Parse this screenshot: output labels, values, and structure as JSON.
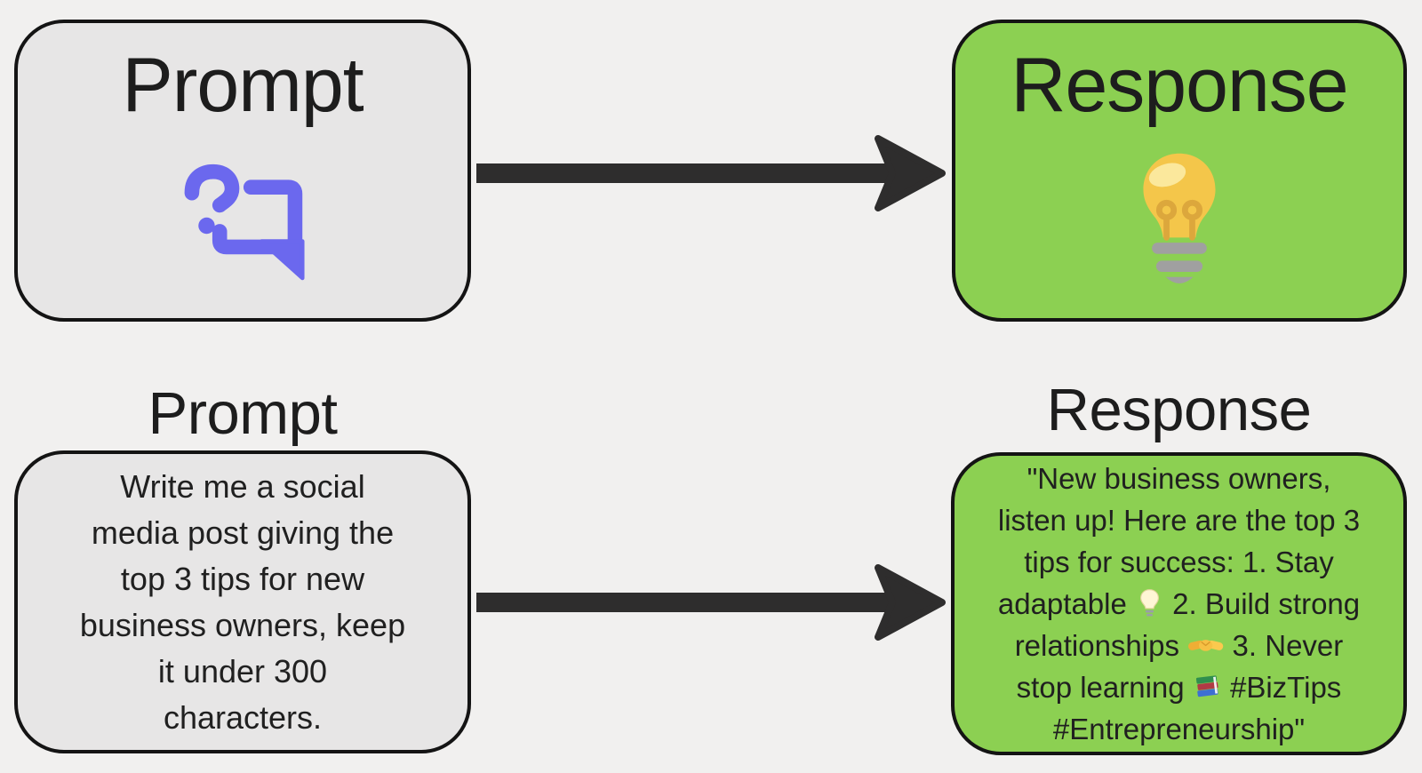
{
  "top_row": {
    "prompt_card": {
      "title": "Prompt",
      "icon": "question-chat-icon"
    },
    "response_card": {
      "title": "Response",
      "icon": "lightbulb-icon"
    }
  },
  "bottom_row": {
    "prompt_heading": "Prompt",
    "prompt_text": "Write me a social\nmedia post giving the\ntop 3 tips for new\nbusiness owners, keep\nit under 300\ncharacters.",
    "response_heading": "Response",
    "response_text": "\"New business owners,\nlisten up! Here are the top 3\ntips for success: 1. Stay\nadaptable 💡 2. Build strong\nrelationships 🤝 3. Never\nstop learning 📚 #BizTips\n#Entrepreneurship\""
  },
  "icons": {
    "prompt_icon": "question-chat-icon",
    "response_icon": "lightbulb-icon",
    "arrow_icon": "arrow-right-icon",
    "inline_emoji": [
      "light-bulb-emoji",
      "handshake-emoji",
      "books-emoji"
    ]
  },
  "colors": {
    "background": "#f1f0ef",
    "card_gray": "#e7e6e6",
    "card_green": "#8cd052",
    "border_black": "#141414",
    "arrow_dark": "#2e2d2d",
    "icon_purple": "#6b68ee",
    "bulb_yellow": "#f4c64a",
    "bulb_base_gray": "#a0a0a0",
    "text_dark": "#1f1f1f"
  }
}
